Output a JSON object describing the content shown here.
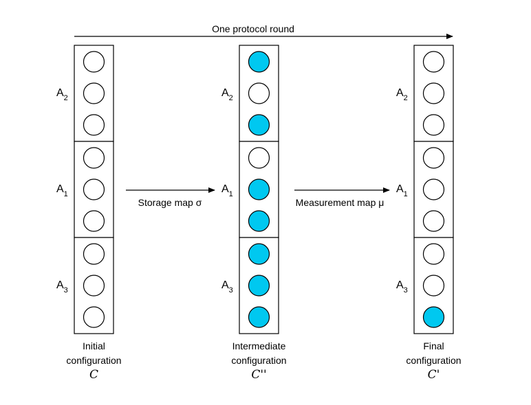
{
  "top_arrow_label": "One protocol round",
  "colors": {
    "filled": "#00c8f0",
    "empty": "#ffffff",
    "stroke": "#000000"
  },
  "columns": [
    {
      "caption_line1": "Initial",
      "caption_line2": "configuration",
      "symbol": "C",
      "groups": [
        {
          "name": "A",
          "sub": "2",
          "balls": [
            false,
            false,
            false
          ]
        },
        {
          "name": "A",
          "sub": "1",
          "balls": [
            false,
            false,
            false
          ]
        },
        {
          "name": "A",
          "sub": "3",
          "balls": [
            false,
            false,
            false
          ]
        }
      ]
    },
    {
      "caption_line1": "Intermediate",
      "caption_line2": "configuration",
      "symbol": "C''",
      "groups": [
        {
          "name": "A",
          "sub": "2",
          "balls": [
            true,
            false,
            true
          ]
        },
        {
          "name": "A",
          "sub": "1",
          "balls": [
            false,
            true,
            true
          ]
        },
        {
          "name": "A",
          "sub": "3",
          "balls": [
            true,
            true,
            true
          ]
        }
      ]
    },
    {
      "caption_line1": "Final",
      "caption_line2": "configuration",
      "symbol": "C'",
      "groups": [
        {
          "name": "A",
          "sub": "2",
          "balls": [
            false,
            false,
            false
          ]
        },
        {
          "name": "A",
          "sub": "1",
          "balls": [
            false,
            false,
            false
          ]
        },
        {
          "name": "A",
          "sub": "3",
          "balls": [
            false,
            false,
            true
          ]
        }
      ]
    }
  ],
  "maps": [
    {
      "label": "Storage map σ"
    },
    {
      "label": "Measurement map μ"
    }
  ]
}
